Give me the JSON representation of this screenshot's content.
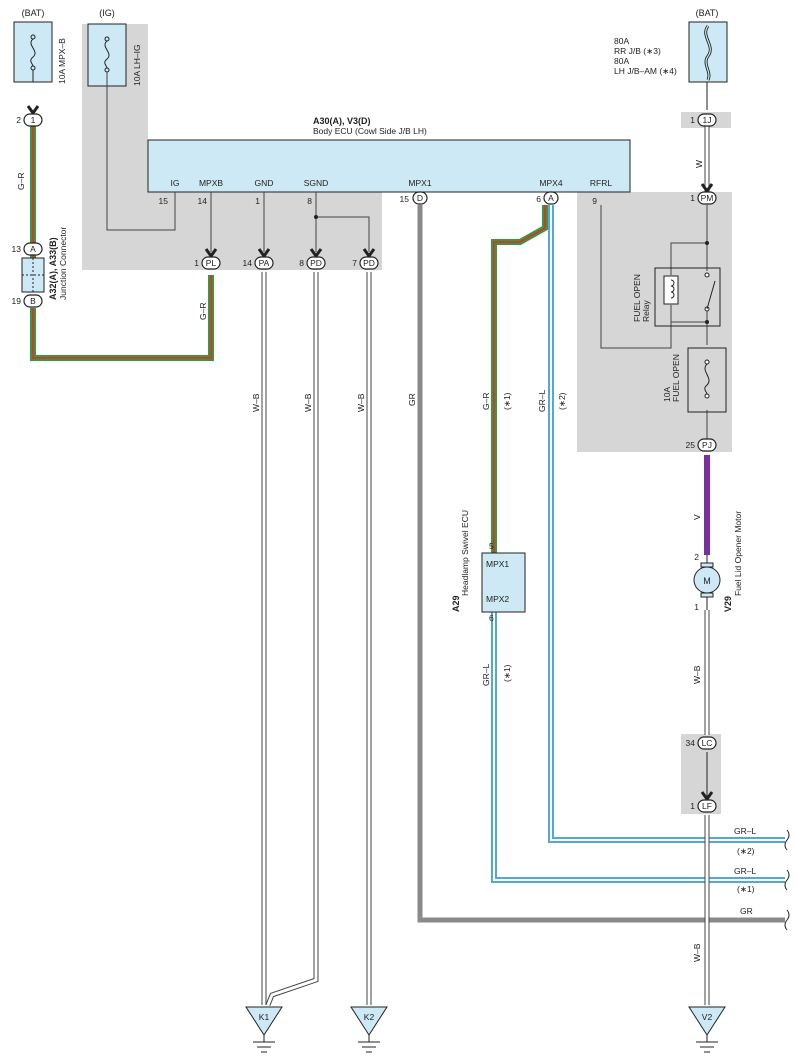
{
  "power": {
    "bat_left": "(BAT)",
    "ig": "(IG)",
    "bat_right": "(BAT)",
    "fuse_mpx_b": "10A MPX–B",
    "fuse_lh_ig": "10A LH–IG",
    "fuse_right_line1": "80A",
    "fuse_right_line2": "RR J/B (∗3)",
    "fuse_right_line3": "80A",
    "fuse_right_line4": "LH J/B–AM (∗4)"
  },
  "ecu": {
    "code": "A30(A), V3(D)",
    "name": "Body ECU (Cowl Side J/B LH)",
    "pins": {
      "ig": "IG",
      "mpxb": "MPXB",
      "gnd": "GND",
      "sgnd": "SGND",
      "mpx1": "MPX1",
      "mpx4": "MPX4",
      "rfrl": "RFRL"
    },
    "pin_nums": {
      "ig": "15",
      "mpxb": "14",
      "gnd": "1",
      "sgnd": "8",
      "mpx1": "15",
      "mpx4": "6",
      "rfrl": "9"
    },
    "pin_connectors": {
      "mpx1": "D",
      "mpx4": "A"
    }
  },
  "connectors": {
    "pl": "PL",
    "pl_num": "1",
    "pa": "PA",
    "pa_num": "14",
    "pd1": "PD",
    "pd1_num": "8",
    "pd2": "PD",
    "pd2_num": "7",
    "one": "1",
    "one_num": "2",
    "onej": "1J",
    "onej_num": "1",
    "pm": "PM",
    "pm_num": "1",
    "pj": "PJ",
    "pj_num": "25",
    "lc": "LC",
    "lc_num": "34",
    "lf": "LF",
    "lf_num": "1",
    "jc_a": "A",
    "jc_a_num": "13",
    "jc_b": "B",
    "jc_b_num": "19"
  },
  "junction": {
    "code": "A32(A), A33(B)",
    "name": "Junction Connector"
  },
  "relay": {
    "name": "FUEL OPEN",
    "sub": "Relay",
    "fuse_line1": "10A",
    "fuse_line2": "FUEL OPEN"
  },
  "swivel": {
    "code": "A29",
    "name": "Headlamp Swivel ECU",
    "pin1": "MPX1",
    "pin2": "MPX2",
    "pin1_num": "5",
    "pin2_num": "6"
  },
  "motor": {
    "code": "V29",
    "name": "Fuel Lid Opener Motor",
    "symbol": "M",
    "pin_top": "2",
    "pin_bottom": "1"
  },
  "wires": {
    "gr_left": "G–R",
    "gr_left2": "G–R",
    "wb1": "W–B",
    "wb2": "W–B",
    "wb3": "W–B",
    "gr_gray": "GR",
    "gr_green": "G–R",
    "gr_green_note": "(∗1)",
    "grl_mpx4": "GR–L",
    "grl_mpx4_note": "(∗2)",
    "w_top": "W",
    "v_purple": "V",
    "wb_motor": "W–B",
    "grl_swivel": "GR–L",
    "grl_swivel_note": "(∗1)",
    "wb_bottom": "W–B",
    "right_grl1": "GR–L",
    "right_note1": "(∗2)",
    "right_grl2": "GR–L",
    "right_note2": "(∗1)",
    "right_gr": "GR"
  },
  "grounds": {
    "k1": "K1",
    "k2": "K2",
    "v2": "V2"
  },
  "colors": {
    "ecu_fill": "#cde9f5",
    "shade": "#d6d6d6",
    "purple": "#7a2f9e",
    "green": "#2f9c45",
    "red": "#d43a2a",
    "blue": "#53a8d8",
    "gray_wire": "#8a8a8a"
  }
}
